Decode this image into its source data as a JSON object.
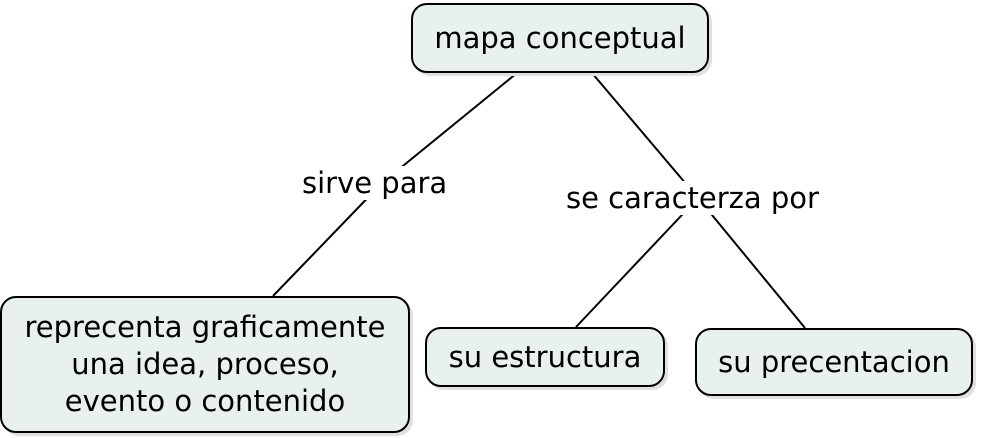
{
  "nodes": {
    "root": {
      "text": "mapa conceptual"
    },
    "represents": {
      "text": "reprecenta graficamente\nuna idea, proceso,\nevento o contenido"
    },
    "structure": {
      "text": "su estructura"
    },
    "presentation": {
      "text": "su precentacion"
    }
  },
  "links": {
    "serves": {
      "text": "sirve para"
    },
    "characterized": {
      "text": "se caracterza por"
    }
  }
}
